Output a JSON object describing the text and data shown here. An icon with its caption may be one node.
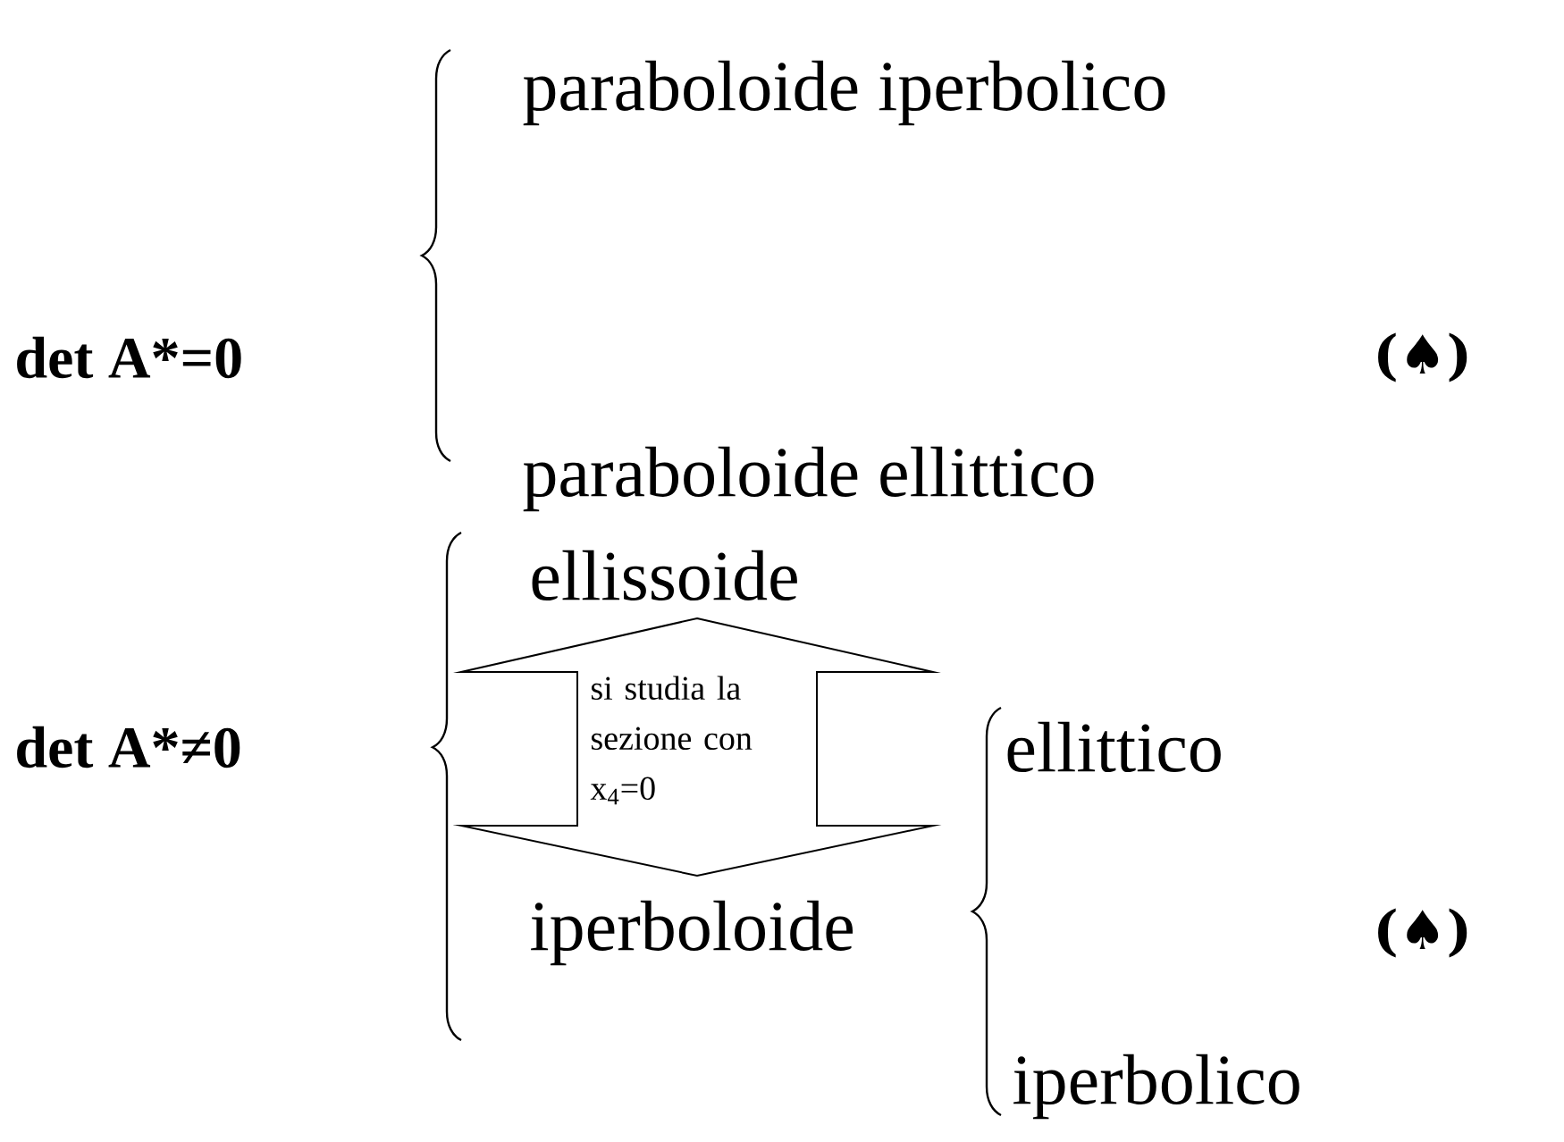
{
  "diagram": {
    "nodes": [
      {
        "text": [
          "si studia la sezione con x$_{4}$=0"
        ]
      }
    ],
    "labels": [
      "det A*=0",
      "paraboloide iperbolico",
      "(♠)",
      "paraboloide ellittico",
      "ellissoide",
      "det A*≠0",
      "ellittico",
      "iperboloide",
      "(♠)",
      "iperbolico"
    ]
  }
}
